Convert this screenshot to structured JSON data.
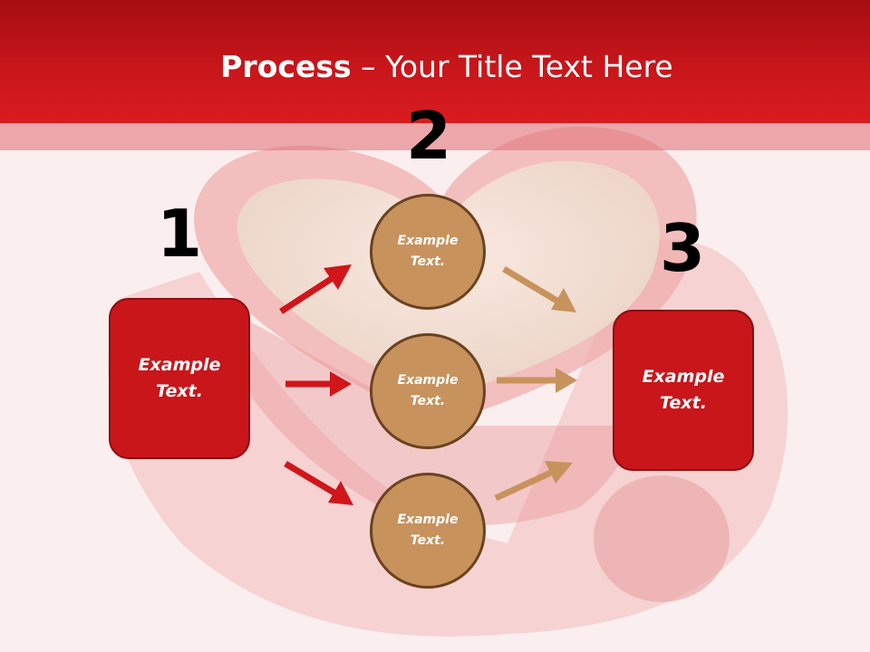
{
  "slide": {
    "title_bold": "Process",
    "title_rest": " – Your Title Text Here"
  },
  "steps": {
    "one": "1",
    "two": "2",
    "three": "3"
  },
  "boxes": {
    "left": {
      "line1": "Example",
      "line2": "Text."
    },
    "right": {
      "line1": "Example",
      "line2": "Text."
    }
  },
  "circles": [
    {
      "line1": "Example",
      "line2": "Text."
    },
    {
      "line1": "Example",
      "line2": "Text."
    },
    {
      "line1": "Example",
      "line2": "Text."
    }
  ],
  "colors": {
    "header_red": "#c8161b",
    "box_red": "#c8161b",
    "circle_tan": "#c8925d",
    "arrow_red": "#d0161b",
    "arrow_tan": "#c8925d"
  }
}
